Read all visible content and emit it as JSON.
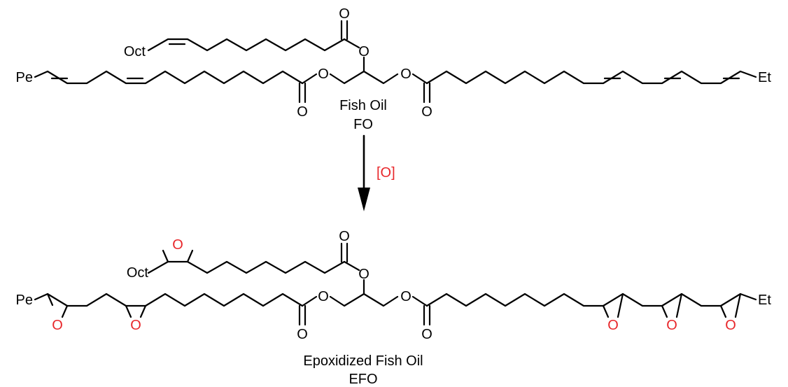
{
  "colors": {
    "bond": "#000000",
    "oxygen": "#e8262a",
    "reagent": "#e8262a"
  },
  "top": {
    "name": "Fish Oil",
    "abbr": "FO",
    "groups": {
      "oct": "Oct",
      "pe": "Pe",
      "et": "Et"
    },
    "oxygen": "O"
  },
  "reaction": {
    "reagent": "[O]"
  },
  "bottom": {
    "name": "Epoxidized Fish Oil",
    "abbr": "EFO",
    "groups": {
      "oct": "Oct",
      "pe": "Pe",
      "et": "Et"
    },
    "oxygen": "O"
  }
}
